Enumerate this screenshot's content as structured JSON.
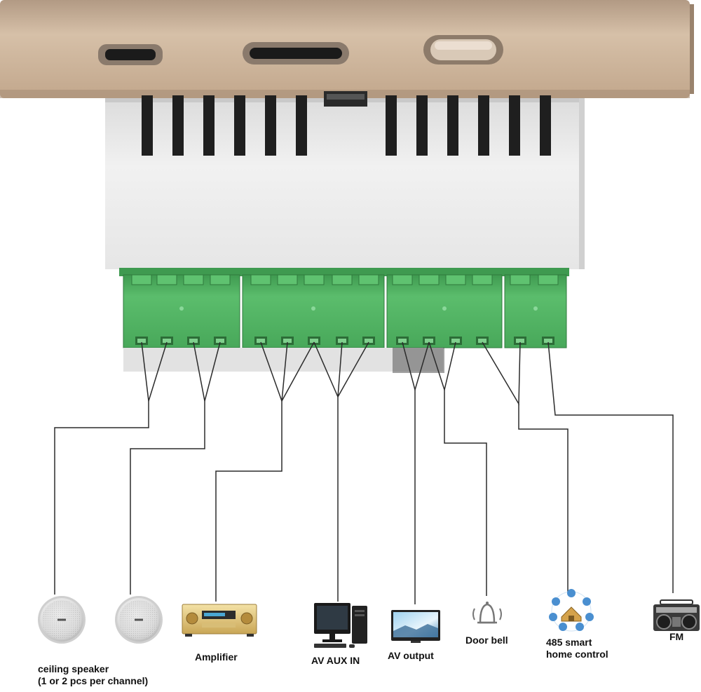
{
  "device": {
    "panel_color": "#c4a98d",
    "housing_color": "#ececec",
    "terminal_color": "#4fae5f",
    "ports": [
      "micro-usb-port",
      "sd-card-slot",
      "power-button"
    ]
  },
  "devices": [
    {
      "id": "speaker-1",
      "icon": "ceiling-speaker-icon"
    },
    {
      "id": "speaker-2",
      "icon": "ceiling-speaker-icon"
    },
    {
      "id": "amplifier",
      "icon": "amplifier-icon"
    },
    {
      "id": "av-aux-in",
      "icon": "desktop-computer-icon"
    },
    {
      "id": "av-output",
      "icon": "tv-monitor-icon"
    },
    {
      "id": "door-bell",
      "icon": "bell-icon"
    },
    {
      "id": "smart-home",
      "icon": "smart-home-icon"
    },
    {
      "id": "fm",
      "icon": "radio-boombox-icon"
    }
  ],
  "labels": {
    "speaker_line1": "ceiling speaker",
    "speaker_line2": "(1 or 2 pcs per channel)",
    "amplifier": "Amplifier",
    "av_aux_in": "AV AUX IN",
    "av_output": "AV output",
    "door_bell": "Door bell",
    "smart_home_line1": "485 smart",
    "smart_home_line2": "home control",
    "fm": "FM"
  }
}
